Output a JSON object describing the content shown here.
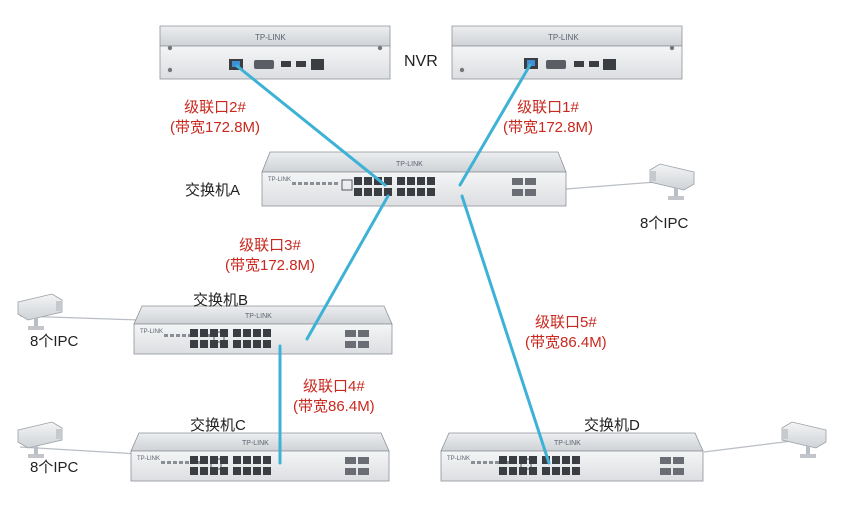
{
  "colors": {
    "link_line": "#3eb2d6",
    "label_red": "#c8281e",
    "device_body": "#e7e8ea",
    "device_top": "#d3d5d8",
    "device_edge": "#8e9298",
    "port": "#3a3d42",
    "logo_text": "#5b6470"
  },
  "icons": {
    "camera": "security-camera-icon",
    "switch": "network-switch-icon",
    "nvr": "nvr-recorder-icon"
  },
  "labels": {
    "nvr": "NVR",
    "switch_a": "交换机A",
    "switch_b": "交换机B",
    "switch_c": "交换机C",
    "switch_d": "交换机D",
    "ipc_a": "8个IPC",
    "ipc_b": "8个IPC",
    "ipc_c": "8个IPC",
    "logo": "TP-LINK"
  },
  "links": [
    {
      "id": "link-1",
      "name": "级联口1#",
      "bandwidth": "(带宽172.8M)"
    },
    {
      "id": "link-2",
      "name": "级联口2#",
      "bandwidth": "(带宽172.8M)"
    },
    {
      "id": "link-3",
      "name": "级联口3#",
      "bandwidth": "(带宽172.8M)"
    },
    {
      "id": "link-4",
      "name": "级联口4#",
      "bandwidth": "(带宽86.4M)"
    },
    {
      "id": "link-5",
      "name": "级联口5#",
      "bandwidth": "(带宽86.4M)"
    }
  ]
}
